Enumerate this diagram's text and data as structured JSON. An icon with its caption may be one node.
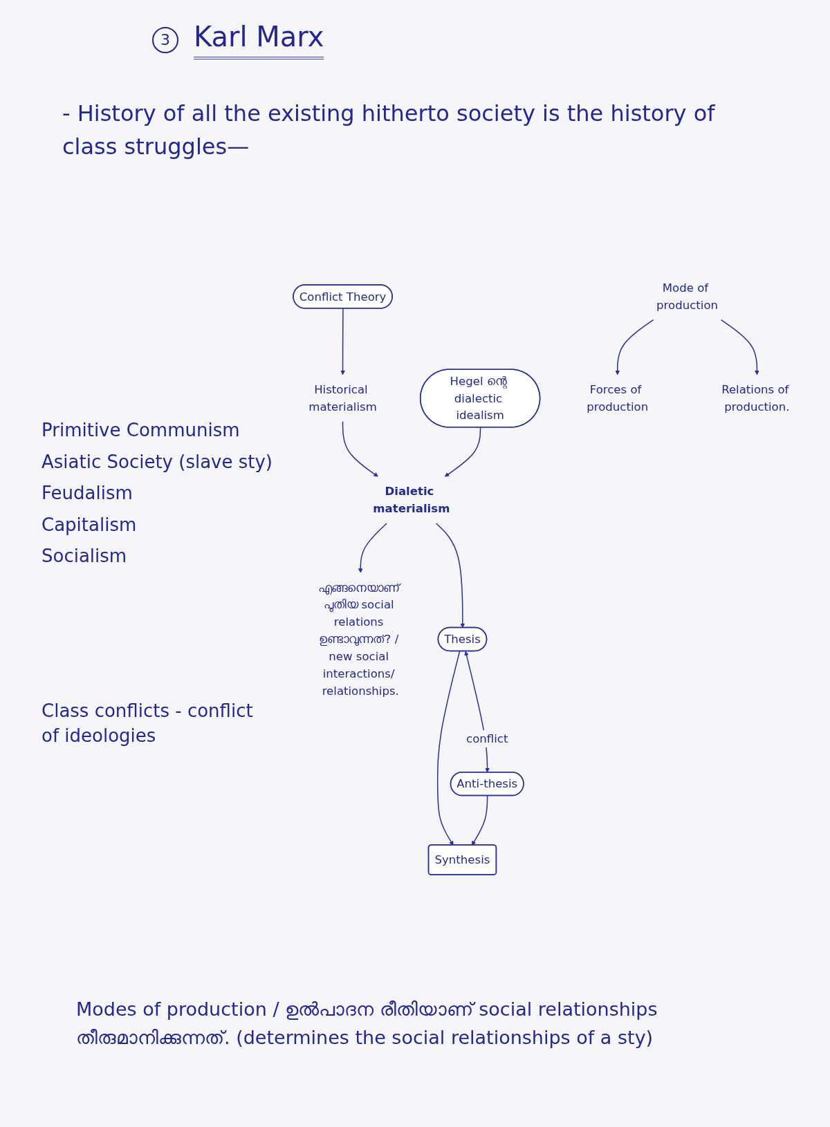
{
  "diagram": {
    "title": "Karl Marx",
    "nodes": [
      {
        "text": [
          "Conflict Theory"
        ]
      },
      {
        "text": [
          "Historical materialism"
        ]
      },
      {
        "text": [
          "Hegel ന്റെ dialectic idealism"
        ]
      },
      {
        "text": [
          "Dialetic materialism"
        ]
      },
      {
        "text": [
          "എങ്ങനെയാണ് പുതിയ social relations ഉണ്ടാവുന്നത്? / new social interactions/ relationships."
        ]
      },
      {
        "text": [
          "Thesis"
        ]
      },
      {
        "text": [
          "Anti-thesis"
        ]
      },
      {
        "text": [
          "Synthesis"
        ]
      },
      {
        "text": [
          "Mode of production"
        ]
      },
      {
        "text": [
          "Forces of production"
        ]
      },
      {
        "text": [
          "Relations of production."
        ]
      }
    ],
    "edges": [
      {
        "from": 0,
        "to": 1,
        "arrow": "to"
      },
      {
        "from": 1,
        "to": 3,
        "arrow": "to"
      },
      {
        "from": 2,
        "to": 3,
        "arrow": "to"
      },
      {
        "from": 3,
        "to": 4,
        "arrow": "to"
      },
      {
        "from": 3,
        "to": 5,
        "arrow": "to"
      },
      {
        "from": 5,
        "to": 6,
        "arrow": "both",
        "label": "conflict"
      },
      {
        "from": 5,
        "to": 7,
        "arrow": "to"
      },
      {
        "from": 6,
        "to": 7,
        "arrow": "to"
      },
      {
        "from": 8,
        "to": 9,
        "arrow": "to"
      },
      {
        "from": 8,
        "to": 10,
        "arrow": "to"
      }
    ],
    "labels": [
      "3",
      "- History of all the existing hitherto society is the history of class struggles—",
      "Primitive Communism",
      "Asiatic Society (slave sty)",
      "Feudalism",
      "Capitalism",
      "Socialism",
      "Class conflicts - conflict of ideologies",
      "Modes of production / ഉൽപാദന രീതിയാണ് social relationships തീരുമാനിക്കുന്നത്. (determines the social relationships of a sty)"
    ]
  }
}
